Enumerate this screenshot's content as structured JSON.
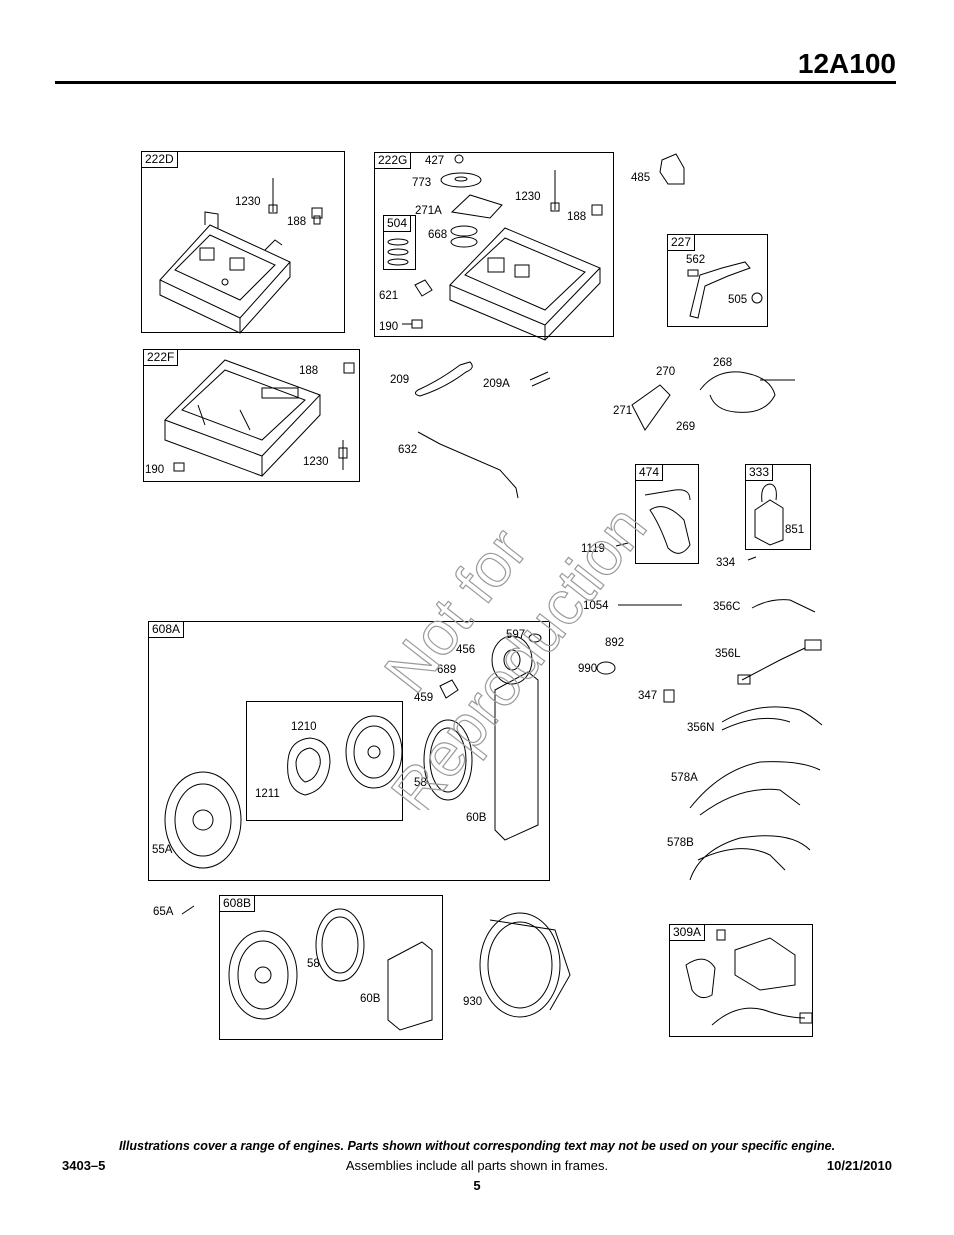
{
  "header": {
    "model": "12A100"
  },
  "watermark": {
    "line1": "Not for",
    "line2": "Reproduction"
  },
  "frames": {
    "f222D": "222D",
    "f222G": "222G",
    "f504": "504",
    "f227": "227",
    "f222F": "222F",
    "f474": "474",
    "f333": "333",
    "f608A": "608A",
    "f608B": "608B",
    "f309A": "309A"
  },
  "parts": {
    "p1230a": "1230",
    "p188a": "188",
    "p427": "427",
    "p773": "773",
    "p271A": "271A",
    "p1230b": "1230",
    "p188b": "188",
    "p668": "668",
    "p621": "621",
    "p190a": "190",
    "p485": "485",
    "p562": "562",
    "p505": "505",
    "p188c": "188",
    "p190b": "190",
    "p1230c": "1230",
    "p209": "209",
    "p209A": "209A",
    "p632": "632",
    "p270": "270",
    "p268": "268",
    "p271": "271",
    "p269": "269",
    "p1119": "1119",
    "p851": "851",
    "p334": "334",
    "p1054": "1054",
    "p356C": "356C",
    "p892": "892",
    "p990": "990",
    "p356L": "356L",
    "p347": "347",
    "p356N": "356N",
    "p578A": "578A",
    "p578B": "578B",
    "p597": "597",
    "p456": "456",
    "p689": "689",
    "p459": "459",
    "p1210": "1210",
    "p1211": "1211",
    "p58a": "58",
    "p60Ba": "60B",
    "p55A": "55A",
    "p65A": "65A",
    "p58b": "58",
    "p60Bb": "60B",
    "p930": "930"
  },
  "footer": {
    "note": "Illustrations cover a range of engines. Parts shown without corresponding text may not be used on your specific engine.",
    "doc_number": "3403–5",
    "assemblies": "Assemblies include all parts shown in frames.",
    "date": "10/21/2010",
    "page": "5"
  }
}
